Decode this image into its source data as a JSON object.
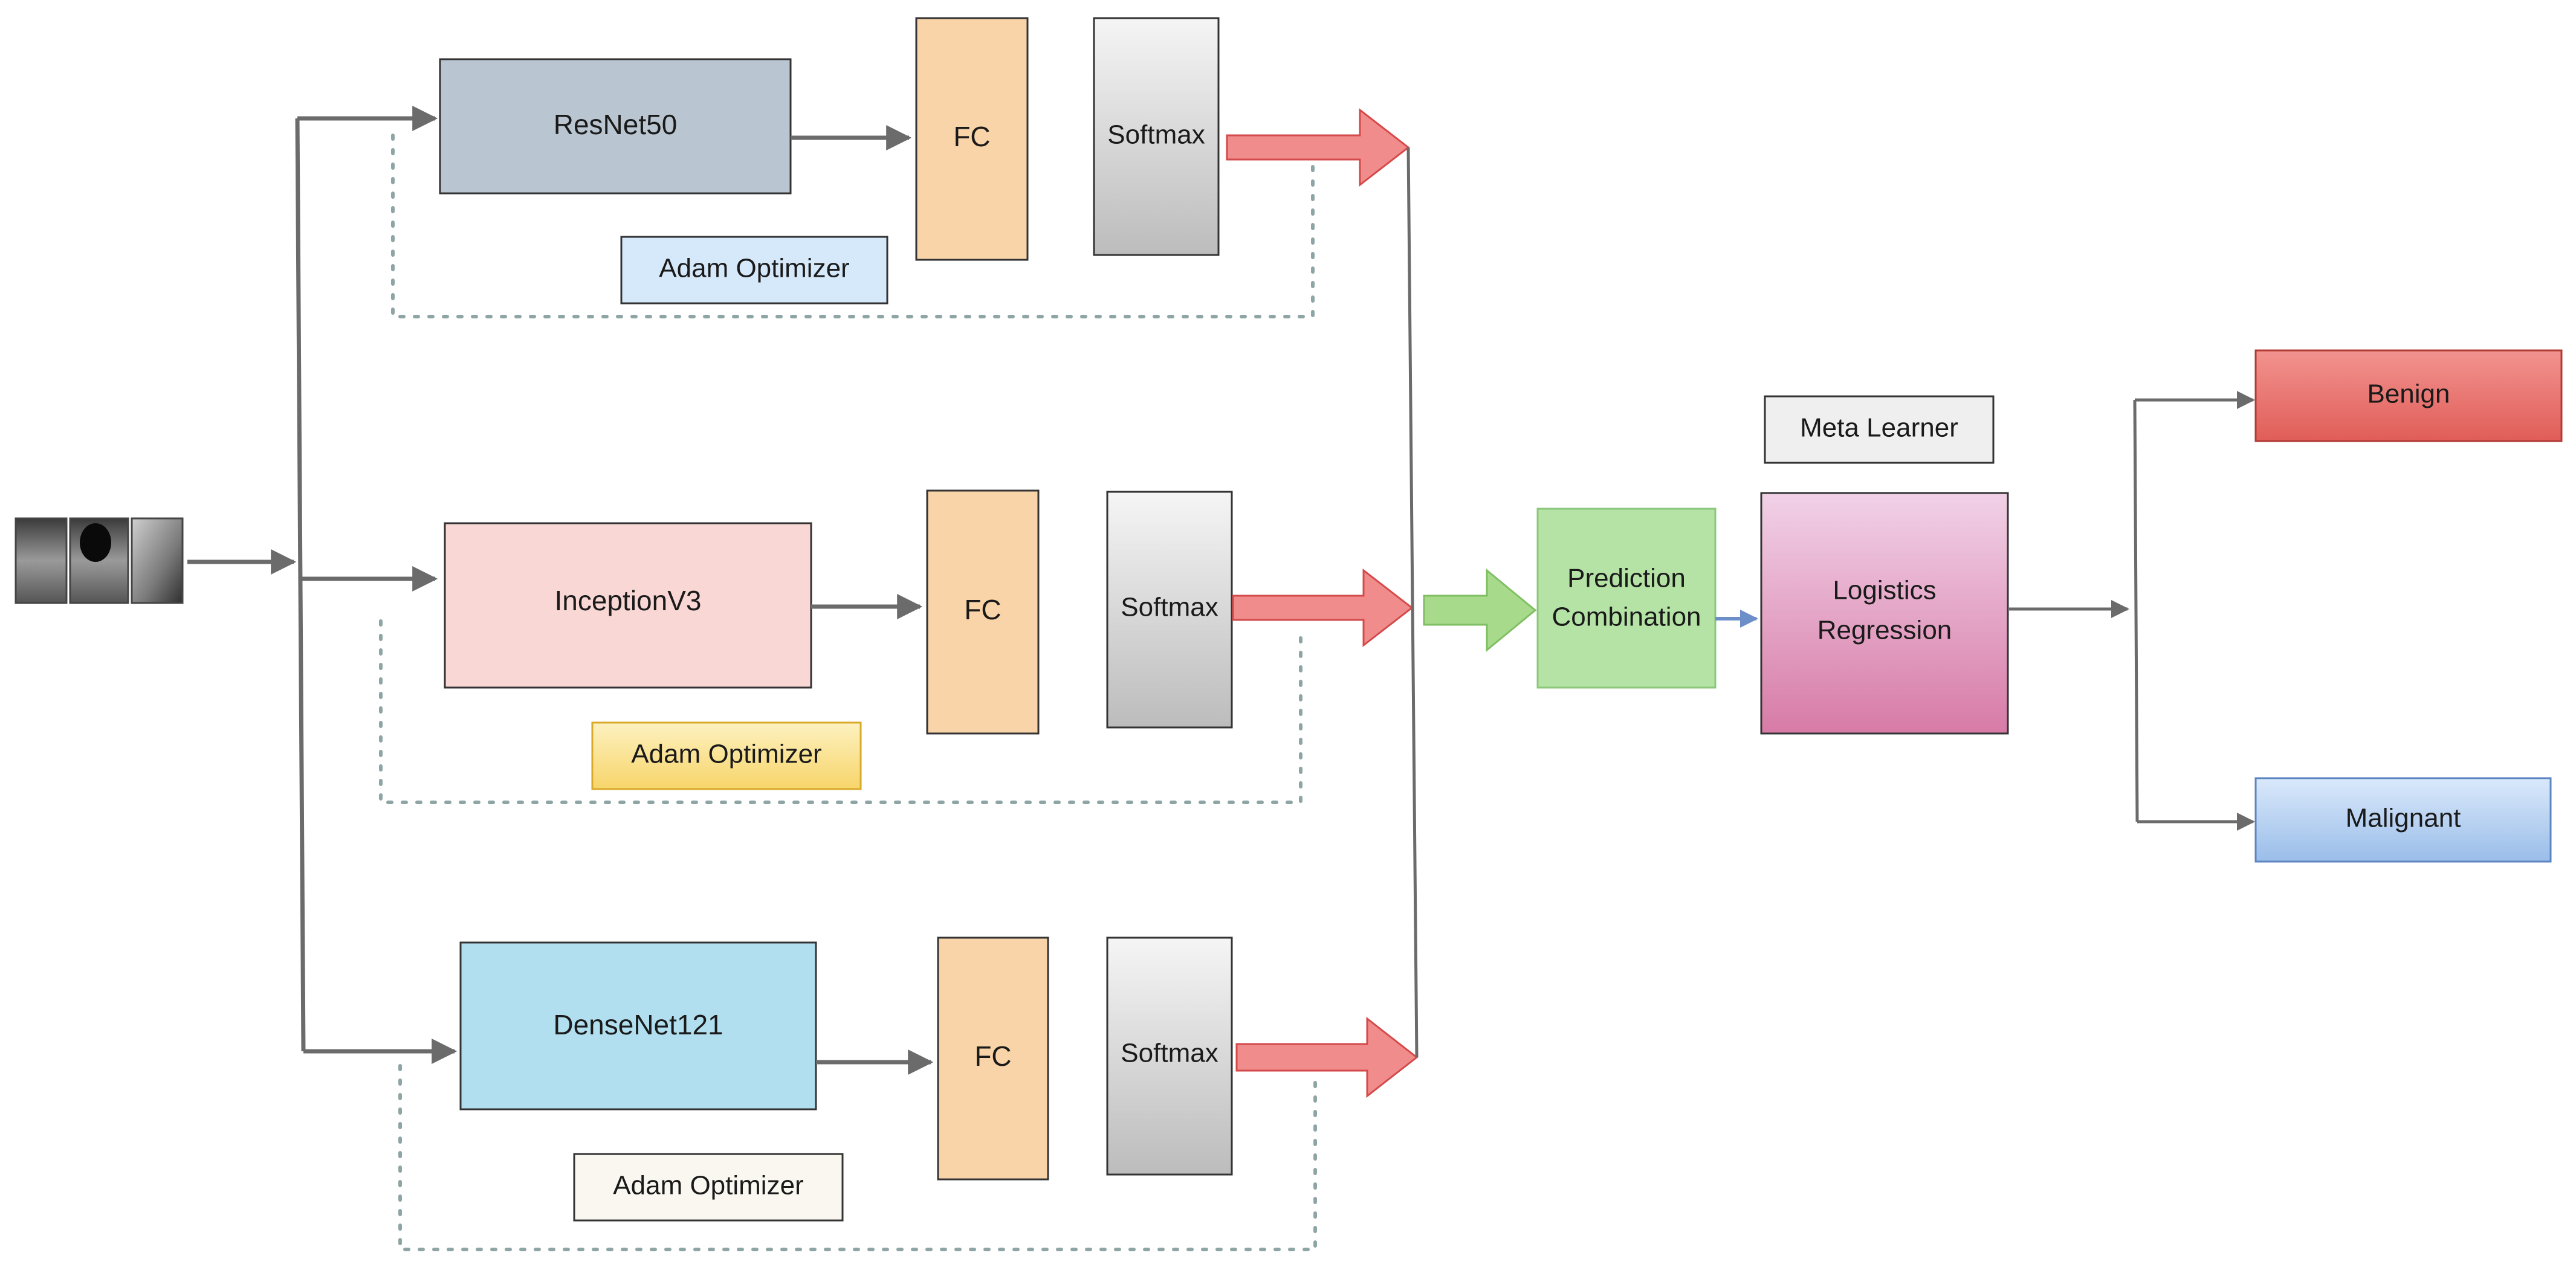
{
  "branches": [
    {
      "model": "ResNet50",
      "fc": "FC",
      "softmax": "Softmax",
      "optimizer": "Adam Optimizer"
    },
    {
      "model": "InceptionV3",
      "fc": "FC",
      "softmax": "Softmax",
      "optimizer": "Adam Optimizer"
    },
    {
      "model": "DenseNet121",
      "fc": "FC",
      "softmax": "Softmax",
      "optimizer": "Adam Optimizer"
    }
  ],
  "combination": {
    "line1": "Prediction",
    "line2": "Combination"
  },
  "meta_learner": "Meta Learner",
  "logistic": {
    "line1": "Logistics",
    "line2": "Regression"
  },
  "outputs": {
    "benign": "Benign",
    "malignant": "Malignant"
  },
  "colors": {
    "resnet": "#b9c6d1",
    "inception": "#f9d7d4",
    "densenet": "#b1dff0",
    "fc": "#f9d4a8",
    "softmax_top": "#f5f5f5",
    "softmax_bottom": "#bcbcbc",
    "opt1": "#d6e9fb",
    "opt2_top": "#fdf1c0",
    "opt2_bottom": "#f7d56a",
    "opt3": "#f9f7ef",
    "fat_arrow": "#f08c8c",
    "green_arrow": "#a8da8c",
    "combination": "#b5e3a6",
    "logistic_top": "#f1d1e7",
    "logistic_bottom": "#d77ba6",
    "benign_top": "#f2938f",
    "benign_bottom": "#e05d58",
    "malignant_top": "#dae9fb",
    "malignant_bottom": "#9abde9",
    "connector": "#6b6b6b",
    "dotted": "#8fa5a5"
  }
}
